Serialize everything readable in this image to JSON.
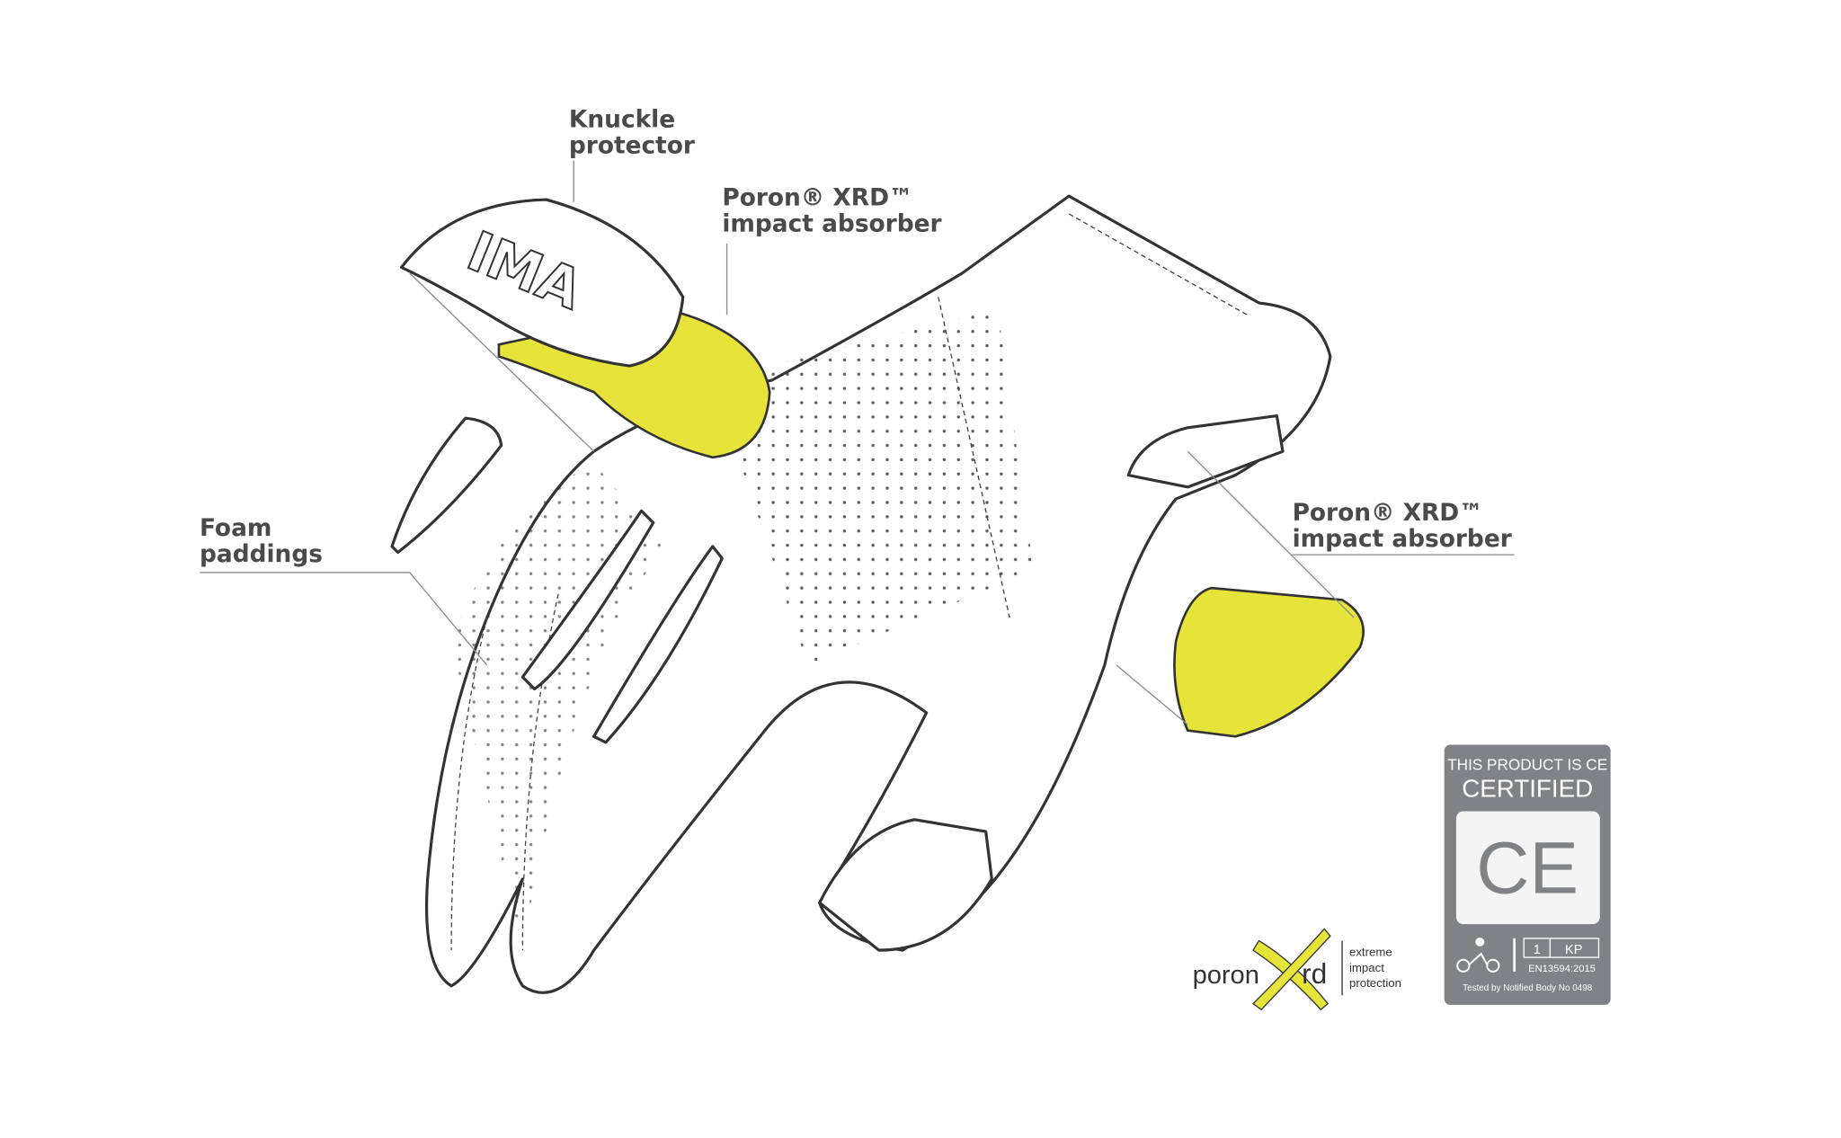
{
  "labels": {
    "knuckle": [
      "Knuckle",
      "protector"
    ],
    "poron_top": [
      "Poron® XRD™",
      "impact absorber"
    ],
    "foam": [
      "Foam",
      "paddings"
    ],
    "poron_right": [
      "Poron® XRD™",
      "impact absorber"
    ]
  },
  "knuckle_logo": "IMA",
  "poron_logo": {
    "word": "poron",
    "x": "X",
    "rd": "rd",
    "tagline": [
      "extreme",
      "impact",
      "protection"
    ]
  },
  "ce_badge": {
    "line1": "THIS PRODUCT IS CE",
    "line2": "CERTIFIED",
    "mark": "CE",
    "level": "1",
    "type": "KP",
    "standard": "EN13594:2015",
    "notified_body": "Tested by Notified Body No 0498"
  },
  "colors": {
    "foam": "#e6e43a",
    "badge": "#808285",
    "text": "#4a4a4a"
  }
}
